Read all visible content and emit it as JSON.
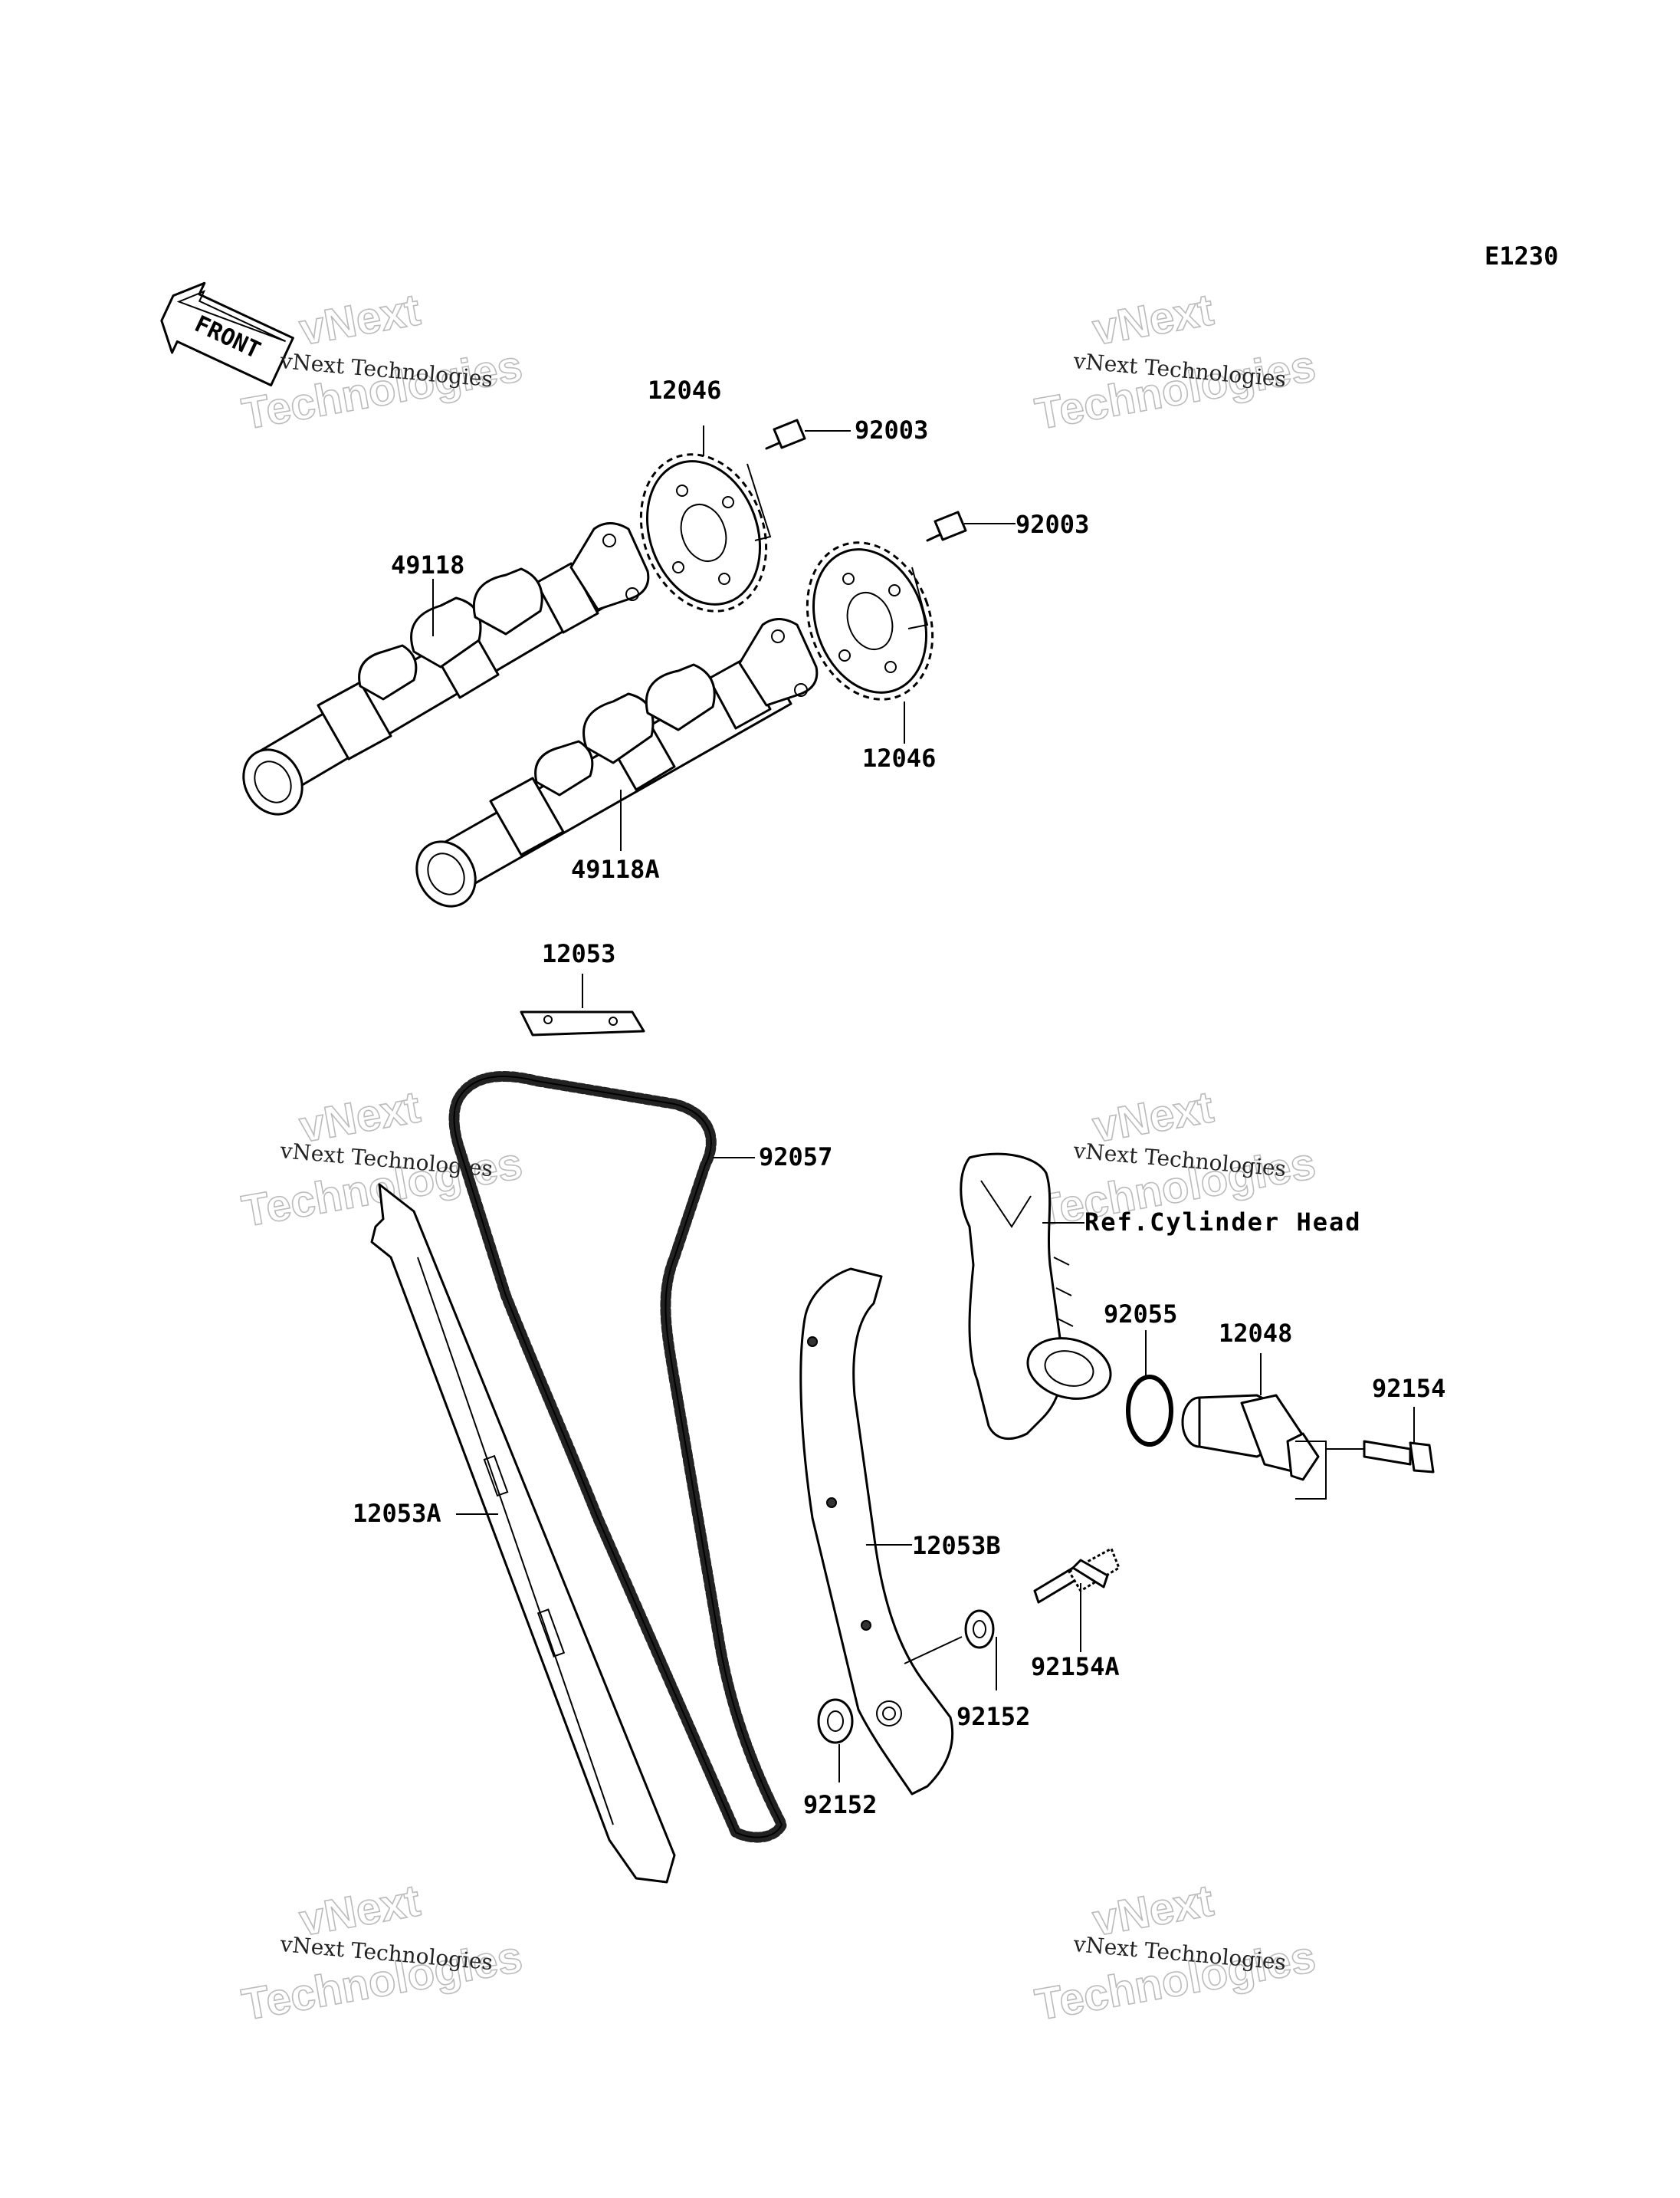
{
  "diagram_code": "E1230",
  "front_label": "FRONT",
  "watermark_text": "vNext Technologies",
  "watermark_big_line1": "vNext",
  "watermark_big_line2": "Technologies",
  "parts": {
    "p12046_top": "12046",
    "p92003_top": "92003",
    "p92003_mid": "92003",
    "p49118": "49118",
    "p12046_bottom": "12046",
    "p49118A": "49118A",
    "p12053": "12053",
    "p92057": "92057",
    "ref_cylinder_head": "Ref.Cylinder Head",
    "p92055": "92055",
    "p12048": "12048",
    "p92154": "92154",
    "p12053A": "12053A",
    "p12053B": "12053B",
    "p92154A": "92154A",
    "p92152_right": "92152",
    "p92152_bottom": "92152"
  }
}
